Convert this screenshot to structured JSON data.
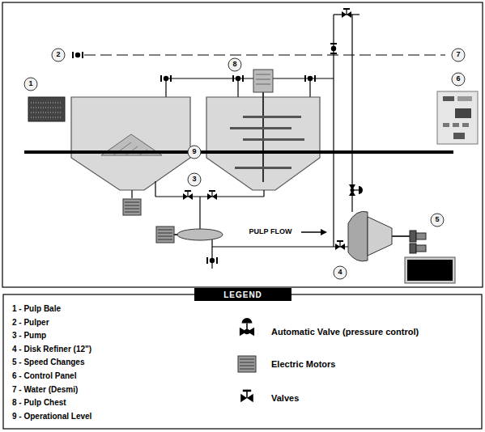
{
  "diagram": {
    "labels": [
      "1",
      "2",
      "3",
      "4",
      "5",
      "6",
      "7",
      "8",
      "9",
      "PULP FLOW",
      "LEGEND"
    ],
    "legend": [
      {
        "text": "1 - Pulp Bale"
      },
      {
        "text": "2 - Pulper"
      },
      {
        "text": "3 - Pump"
      },
      {
        "text": "4 - Disk Refiner (12\")"
      },
      {
        "text": "5 - Speed Changes"
      },
      {
        "text": "6 - Control Panel"
      },
      {
        "text": "7 - Water (Desmi)"
      },
      {
        "text": "8 - Pulp Chest"
      },
      {
        "text": "9 - Operational Level"
      },
      {
        "text": "Automatic Valve (pressure control)"
      },
      {
        "text": "Electric Motors"
      },
      {
        "text": "Valves"
      }
    ]
  }
}
